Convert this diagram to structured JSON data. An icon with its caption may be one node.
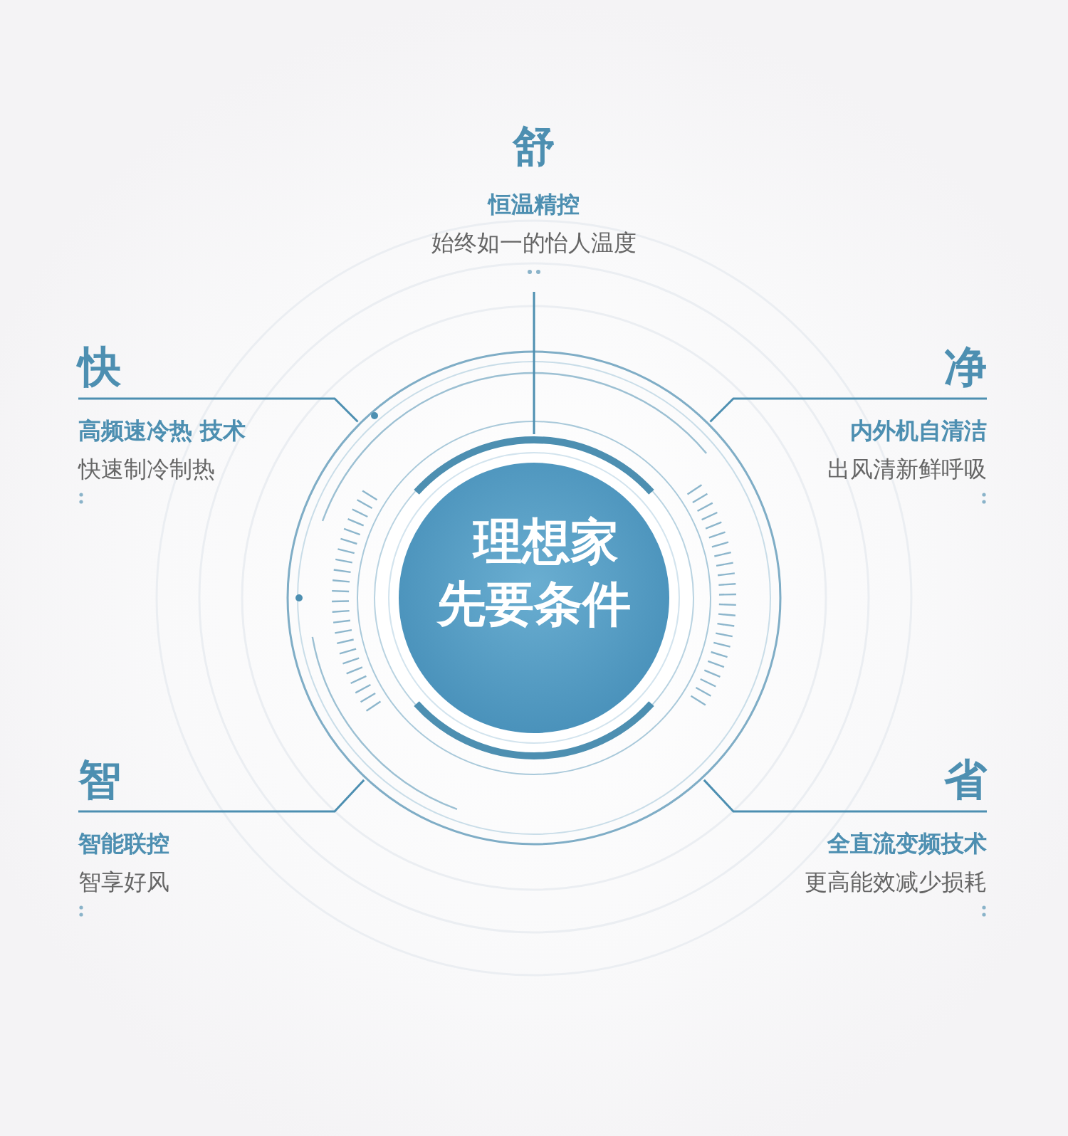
{
  "diagram": {
    "nodes": [
      {
        "text": [],
        "shape": "circle"
      },
      {
        "text": [
          "理想家先要条件"
        ],
        "in": 0
      },
      {
        "text": [
          "舒",
          "恒温精控",
          "始终如一的怡人温度"
        ]
      },
      {
        "text": [
          "快",
          "高频速冷热 技术",
          "快速制冷制热"
        ]
      },
      {
        "text": [
          "净",
          "内外机自清洁",
          "出风清新鲜呼吸"
        ]
      },
      {
        "text": [
          "智",
          "智能联控",
          "智享好风"
        ]
      },
      {
        "text": [
          "省",
          "全直流变频技术",
          "更高能效减少损耗"
        ]
      }
    ],
    "edges": [
      {
        "from": 2,
        "to": 1,
        "arrow": "none"
      },
      {
        "from": 3,
        "to": 0,
        "arrow": "none"
      },
      {
        "from": 4,
        "to": 0,
        "arrow": "none"
      },
      {
        "from": 5,
        "to": 0,
        "arrow": "none"
      },
      {
        "from": 6,
        "to": 0,
        "arrow": "none"
      }
    ]
  }
}
